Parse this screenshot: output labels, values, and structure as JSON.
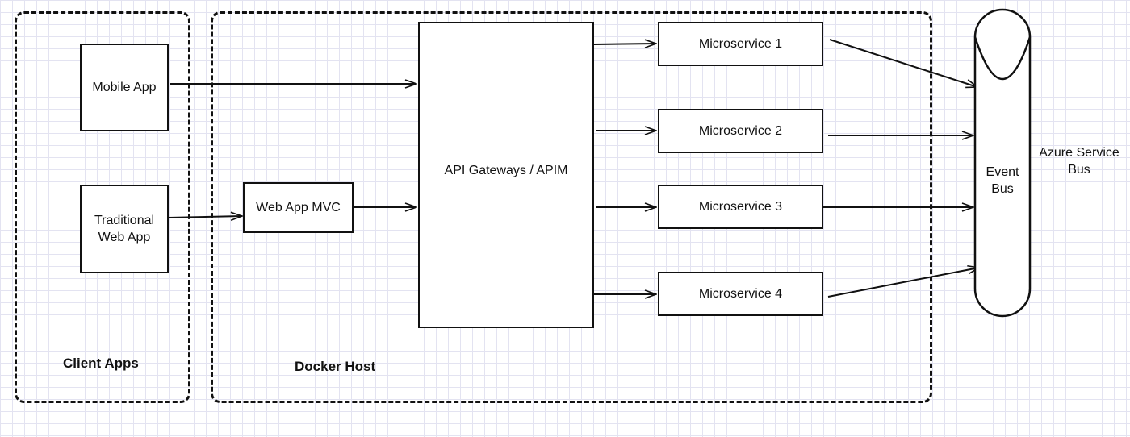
{
  "groups": {
    "client_apps": "Client Apps",
    "docker_host": "Docker Host"
  },
  "nodes": {
    "mobile_app": "Mobile App",
    "traditional_web_app": {
      "line1": "Traditional",
      "line2": "Web App"
    },
    "web_app_mvc": "Web App MVC",
    "api_gateway": "API Gateways / APIM",
    "microservices": [
      "Microservice 1",
      "Microservice 2",
      "Microservice 3",
      "Microservice 4"
    ],
    "event_bus": {
      "line1": "Event",
      "line2": "Bus"
    },
    "azure_service_bus": {
      "line1": "Azure Service",
      "line2": "Bus"
    }
  },
  "colors": {
    "stroke": "#111111",
    "grid": "#e3e3f1",
    "background": "#ffffff"
  }
}
